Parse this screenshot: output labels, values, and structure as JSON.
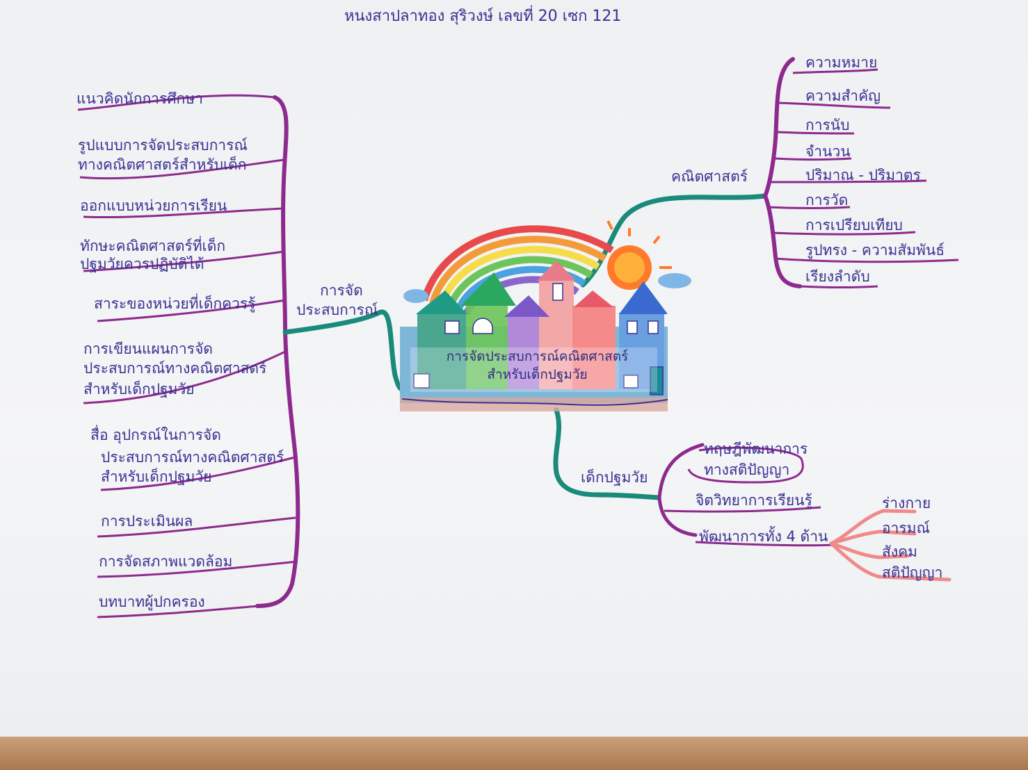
{
  "header": {
    "author_line": "หนงสาปลาทอง  สุริวงษ์  เลขที่ 20  เซก 121"
  },
  "center": {
    "title_line1": "การจัดประสบการณ์คณิตศาสตร์",
    "title_line2": "สำหรับเด็กปฐมวัย"
  },
  "branches": {
    "experience": {
      "label_line1": "การจัด",
      "label_line2": "ประสบการณ์",
      "items": [
        [
          "แนวคิดนักการศึกษา"
        ],
        [
          "รูปแบบการจัดประสบการณ์",
          "ทางคณิตศาสตร์สำหรับเด็ก"
        ],
        [
          "ออกแบบหน่วยการเรียน"
        ],
        [
          "ทักษะคณิตศาสตร์ที่เด็ก",
          "ปฐมวัยควรปฏิบัติได้"
        ],
        [
          "สาระของหน่วยที่เด็กควรรู้"
        ],
        [
          "การเขียนแผนการจัด",
          "ประสบการณ์ทางคณิตศาสตร์",
          "สำหรับเด็กปฐมวัย"
        ],
        [
          "สื่อ อุปกรณ์ในการจัด",
          "ประสบการณ์ทางคณิตศาสตร์",
          "สำหรับเด็กปฐมวัย"
        ],
        [
          "การประเมินผล"
        ],
        [
          "การจัดสภาพแวดล้อม"
        ],
        [
          "บทบาทผู้ปกครอง"
        ]
      ]
    },
    "math": {
      "label": "คณิตศาสตร์",
      "items": [
        "ความหมาย",
        "ความสำคัญ",
        "การนับ",
        "จำนวน",
        "ปริมาณ - ปริมาตร",
        "การวัด",
        "การเปรียบเทียบ",
        "รูปทรง - ความสัมพันธ์",
        "เรียงลำดับ"
      ]
    },
    "child": {
      "label": "เด็กปฐมวัย",
      "items": [
        [
          "ทฤษฎีพัฒนาการ",
          "ทางสติปัญญา"
        ],
        [
          "จิตวิทยาการเรียนรู้"
        ],
        [
          "พัฒนาการทั้ง 4 ด้าน"
        ]
      ],
      "sub_items": [
        "ร่างกาย",
        "อารมณ์",
        "สังคม",
        "สติปัญญา"
      ]
    }
  },
  "colors": {
    "ink": "#3a2f92",
    "purple_branch": "#8e2a8e",
    "teal_branch": "#1a8a7a",
    "pink_branch": "#f08a8a",
    "sun": "#ff7a2a"
  }
}
